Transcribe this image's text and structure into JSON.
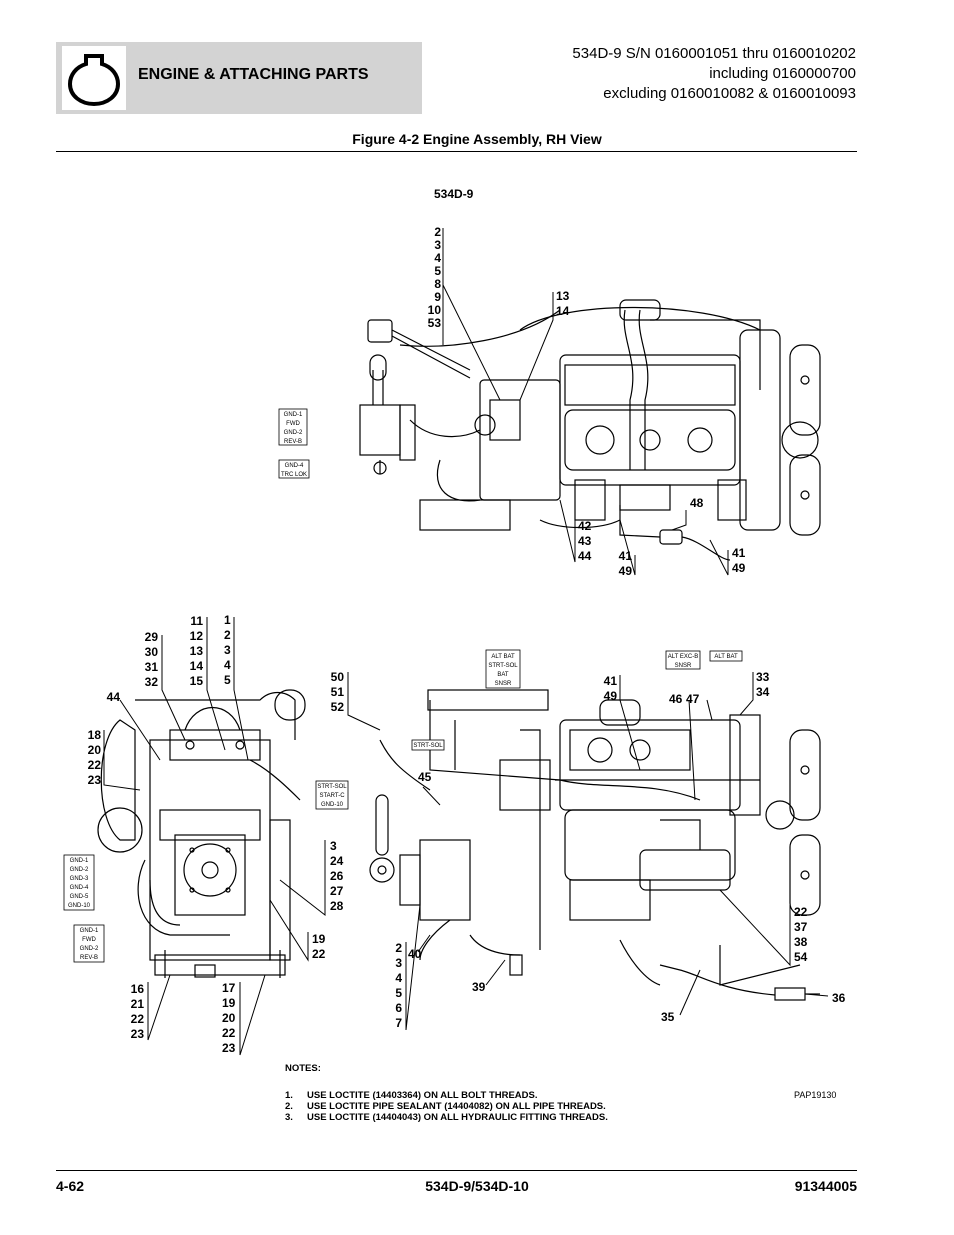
{
  "header": {
    "section_title": "ENGINE & ATTACHING PARTS",
    "serial_lines": [
      "534D-9 S/N 0160001051 thru 0160010202",
      "including 0160000700",
      "excluding 0160010082 & 0160010093"
    ]
  },
  "figure": {
    "title": "Figure 4-2 Engine Assembly, RH View",
    "model_label": "534D-9",
    "part_ref": "PAP19130"
  },
  "callouts": {
    "top_a": [
      "2",
      "3",
      "4",
      "5",
      "8",
      "9",
      "10",
      "53"
    ],
    "top_b": [
      "13",
      "14"
    ],
    "top_c": [
      "42",
      "43",
      "44"
    ],
    "top_d": [
      "41",
      "49"
    ],
    "top_e": [
      "41",
      "49"
    ],
    "top_f": [
      "48"
    ],
    "left_a": [
      "29",
      "30",
      "31",
      "32"
    ],
    "left_b": [
      "11",
      "12",
      "13",
      "14",
      "15"
    ],
    "left_c": [
      "1",
      "2",
      "3",
      "4",
      "5"
    ],
    "left_d": [
      "44"
    ],
    "left_e": [
      "18",
      "20",
      "22",
      "23"
    ],
    "left_f": [
      "3",
      "24",
      "26",
      "27",
      "28"
    ],
    "left_g": [
      "19",
      "22"
    ],
    "left_h": [
      "16",
      "21",
      "22",
      "23"
    ],
    "left_i": [
      "17",
      "19",
      "20",
      "22",
      "23"
    ],
    "right_a": [
      "50",
      "51",
      "52"
    ],
    "right_b": [
      "45"
    ],
    "right_c": [
      "41",
      "49"
    ],
    "right_d": [
      "46"
    ],
    "right_e": [
      "47"
    ],
    "right_f": [
      "33",
      "34"
    ],
    "right_g": [
      "22",
      "37",
      "38",
      "54"
    ],
    "right_h": [
      "2",
      "3",
      "4",
      "5",
      "6",
      "7"
    ],
    "right_i": [
      "40"
    ],
    "right_j": [
      "39"
    ],
    "right_k": [
      "35"
    ],
    "right_l": [
      "36"
    ]
  },
  "wire_tags": {
    "top_1": [
      "GND-1",
      "FWD",
      "GND-2",
      "REV-B"
    ],
    "top_2": [
      "GND-4",
      "TRC LOK"
    ],
    "left_1": [
      "GND-1",
      "GND-2",
      "GND-3",
      "GND-4",
      "GND-5",
      "GND-10"
    ],
    "left_2": [
      "GND-1",
      "FWD",
      "GND-2",
      "REV-B"
    ],
    "right_1": [
      "ALT BAT",
      "STRT-SOL",
      "BAT",
      "SNSR"
    ],
    "right_2": [
      "ALT EXC-B",
      "SNSR"
    ],
    "right_3": [
      "ALT BAT"
    ],
    "right_4": [
      "STRT-SOL"
    ],
    "right_5": [
      "STRT-SOL",
      "START-C",
      "GND-10"
    ]
  },
  "notes": {
    "heading": "NOTES:",
    "items": [
      {
        "num": "1.",
        "text": "USE LOCTITE (14403364) ON ALL BOLT THREADS."
      },
      {
        "num": "2.",
        "text": "USE LOCTITE PIPE SEALANT (14404082) ON ALL PIPE THREADS."
      },
      {
        "num": "3.",
        "text": "USE LOCTITE (14404043) ON ALL HYDRAULIC FITTING THREADS."
      }
    ]
  },
  "footer": {
    "page_number": "4-62",
    "model": "534D-9/534D-10",
    "doc_number": "91344005"
  }
}
